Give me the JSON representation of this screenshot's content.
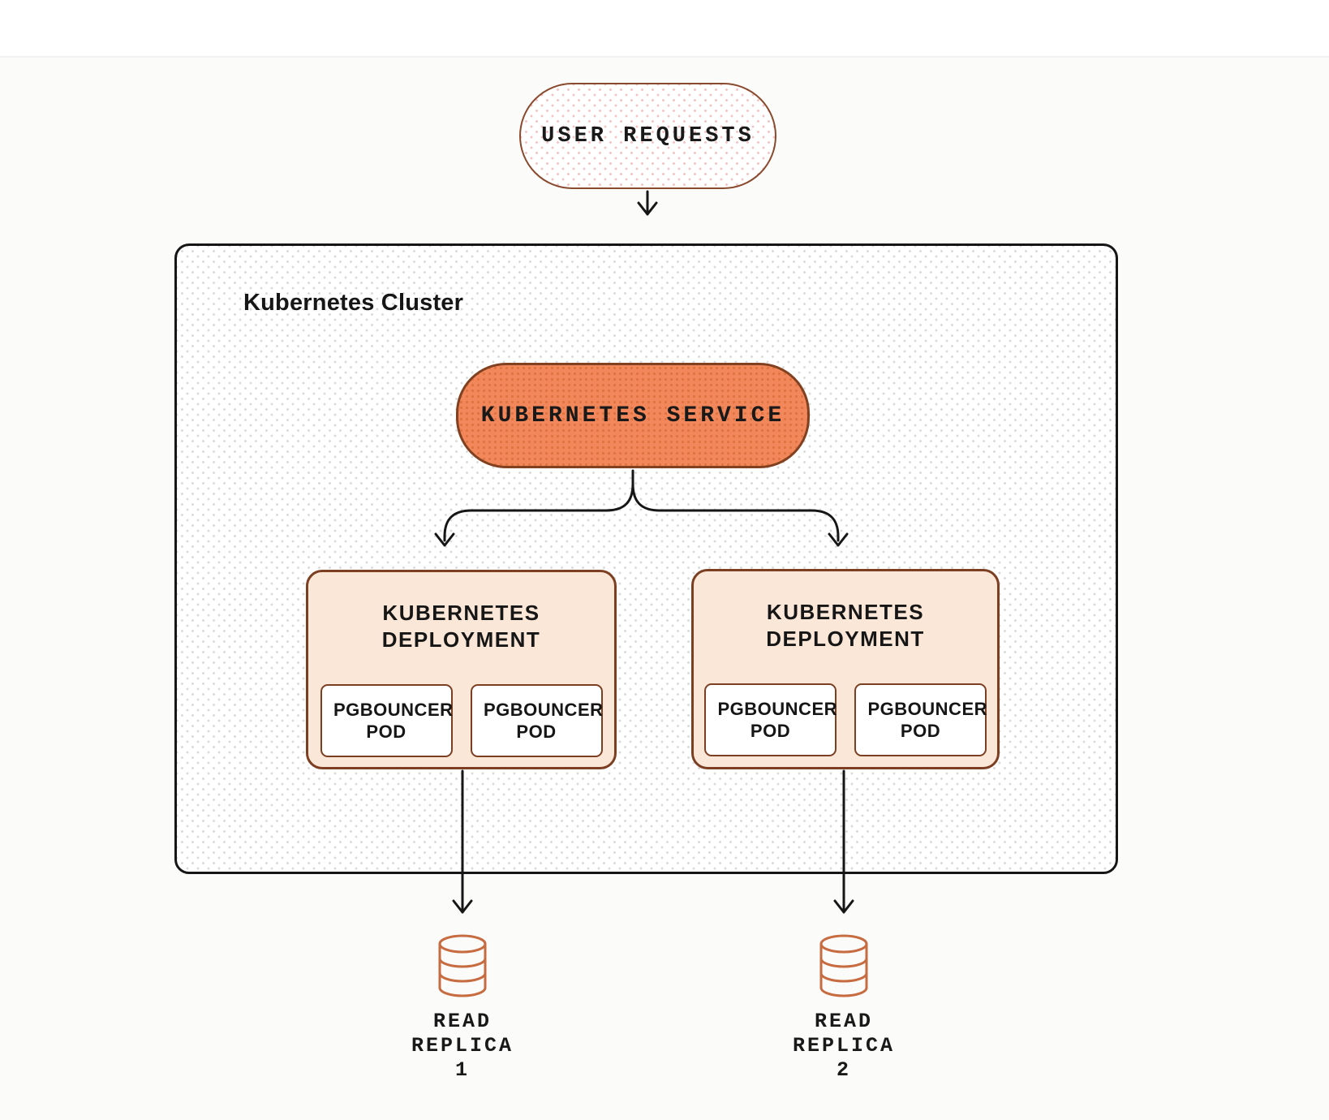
{
  "diagram": {
    "user_requests_label": "USER REQUESTS",
    "cluster_title": "Kubernetes Cluster",
    "service_label": "KUBERNETES SERVICE",
    "deployments": [
      {
        "title": "KUBERNETES DEPLOYMENT",
        "pods": [
          "PGBOUNCER POD",
          "PGBOUNCER POD"
        ]
      },
      {
        "title": "KUBERNETES DEPLOYMENT",
        "pods": [
          "PGBOUNCER POD",
          "PGBOUNCER POD"
        ]
      }
    ],
    "replicas": [
      {
        "lines": [
          "READ",
          "REPLICA",
          "1"
        ]
      },
      {
        "lines": [
          "READ",
          "REPLICA",
          "2"
        ]
      }
    ],
    "colors": {
      "service_fill": "#F1875B",
      "service_dots": "#DF7440",
      "deployment_fill": "#FBE7D7",
      "brown_border": "#81401F",
      "cluster_border": "#161616",
      "cluster_dots": "#DADADA",
      "user_pill_dots": "#F3C3C3",
      "database_icon": "#C76C41",
      "arrow": "#161616",
      "text": "#191919"
    }
  }
}
